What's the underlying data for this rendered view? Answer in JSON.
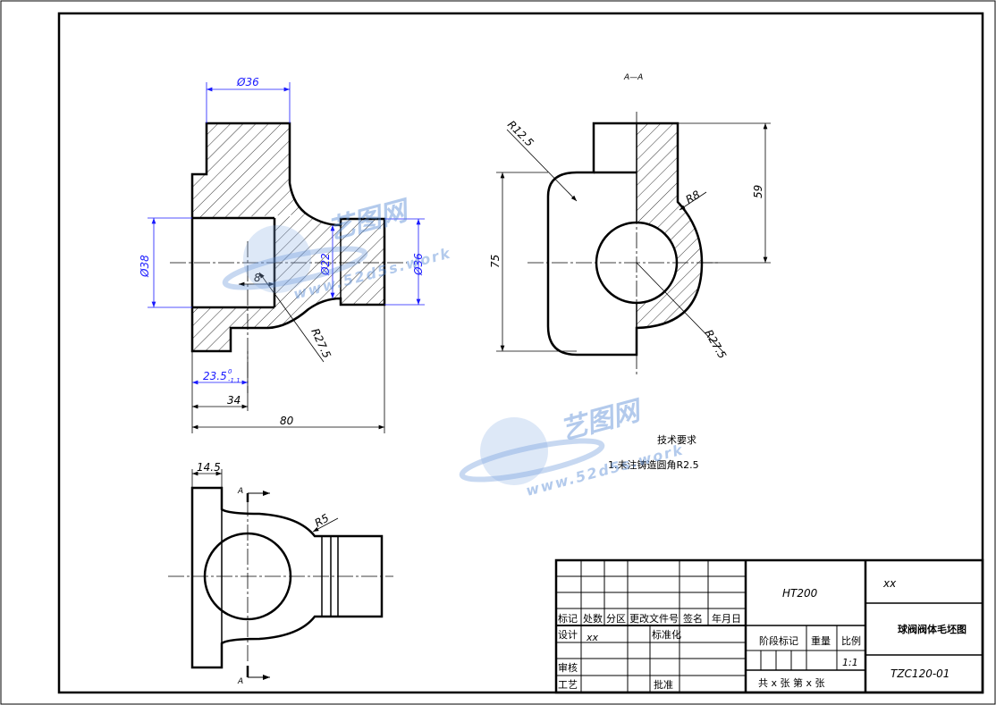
{
  "dimensions": {
    "top_dia": "Ø36",
    "left_dia": "Ø38",
    "inner_dia": "Ø22",
    "right_dia": "Ø36",
    "depth": "8",
    "fillet_main": "R27.5",
    "len_23_5": "23.5",
    "tol_upper": "0",
    "tol_lower": "-1.1",
    "len_34": "34",
    "len_80": "80",
    "len_14_5": "14.5",
    "r5": "R5",
    "a_mark": "A"
  },
  "section_view": {
    "title": "A—A",
    "r12_5": "R12.5",
    "r8": "R8",
    "r27_5": "R27.5",
    "h59": "59",
    "h75": "75"
  },
  "tech_requirements": {
    "title": "技术要求",
    "item1": "1.未注铸造圆角R2.5"
  },
  "title_block": {
    "material": "HT200",
    "company": "xx",
    "part_name": "球阀阀体毛坯图",
    "drawing_no": "TZC120-01",
    "scale_label": "比例",
    "scale_value": "1:1",
    "weight_label": "重量",
    "stage_label": "阶段标记",
    "sheets": "共 x 张 第 x 张",
    "headers": [
      "标记",
      "处数",
      "分区",
      "更改文件号",
      "签名",
      "年月日"
    ],
    "design_label": "设计",
    "designer": "xx",
    "std_label": "标准化",
    "review_label": "审核",
    "process_label": "工艺",
    "approve_label": "批准"
  },
  "watermark": {
    "brand": "艺图网",
    "url": "www.52d5s.work"
  },
  "colors": {
    "line": "#000000",
    "dimension_blue": "#1a1aff",
    "watermark": "#5c8fd6"
  }
}
